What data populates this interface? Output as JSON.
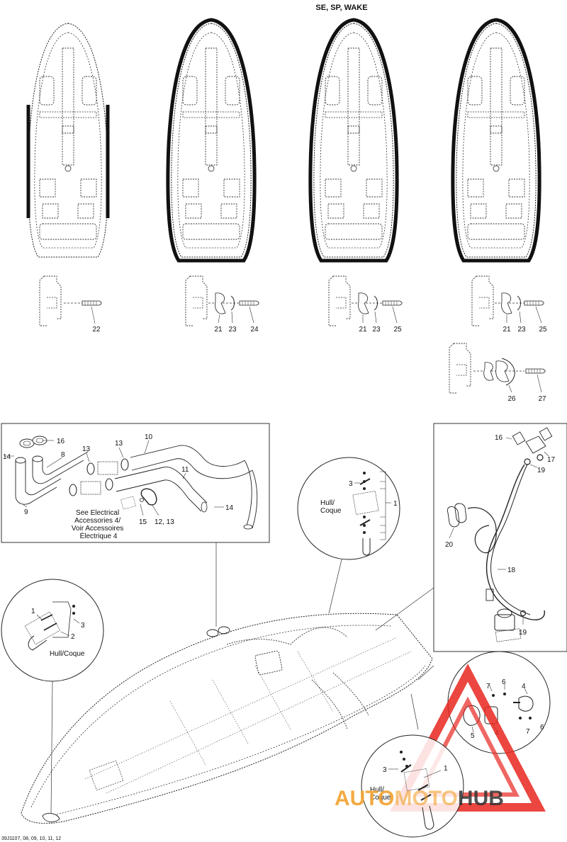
{
  "header": {
    "variant_title": "SE, SP, WAKE"
  },
  "top_details": {
    "d1": [
      "22"
    ],
    "d2": [
      "21",
      "23",
      "24"
    ],
    "d3": [
      "21",
      "23",
      "25"
    ],
    "d4": [
      "21",
      "23",
      "25"
    ],
    "d5": [
      "26",
      "27"
    ]
  },
  "inset_left": {
    "parts": [
      "16",
      "14",
      "8",
      "13",
      "13",
      "10",
      "11",
      "9",
      "15",
      "12, 13",
      "14"
    ],
    "note": [
      "See Electrical",
      "Accessories 4/",
      "Voir Accessoires",
      "Électrique 4"
    ]
  },
  "inset_right": {
    "parts": [
      "16",
      "17",
      "19",
      "20",
      "18",
      "19"
    ]
  },
  "circle_top": {
    "parts": [
      "3",
      "1"
    ],
    "hull": [
      "Hull/",
      "Coque"
    ]
  },
  "circle_left": {
    "parts": [
      "1",
      "2",
      "3"
    ],
    "hull": "Hull/Coque"
  },
  "circle_right": {
    "parts": [
      "7",
      "6",
      "4",
      "5",
      "4",
      "7",
      "6"
    ]
  },
  "circle_bottom": {
    "parts": [
      "3",
      "1"
    ],
    "hull": [
      "Hull/",
      "Coque"
    ]
  },
  "footer": {
    "figure_code": "39J1107, 08, 09, 10, 11, 12"
  },
  "watermark": {
    "part1": "AUTO",
    "part2": "MOTO",
    "part3": "HUB",
    "colors": {
      "red": "#e8261f",
      "orange": "#f2a12e",
      "dark": "#333333"
    }
  }
}
